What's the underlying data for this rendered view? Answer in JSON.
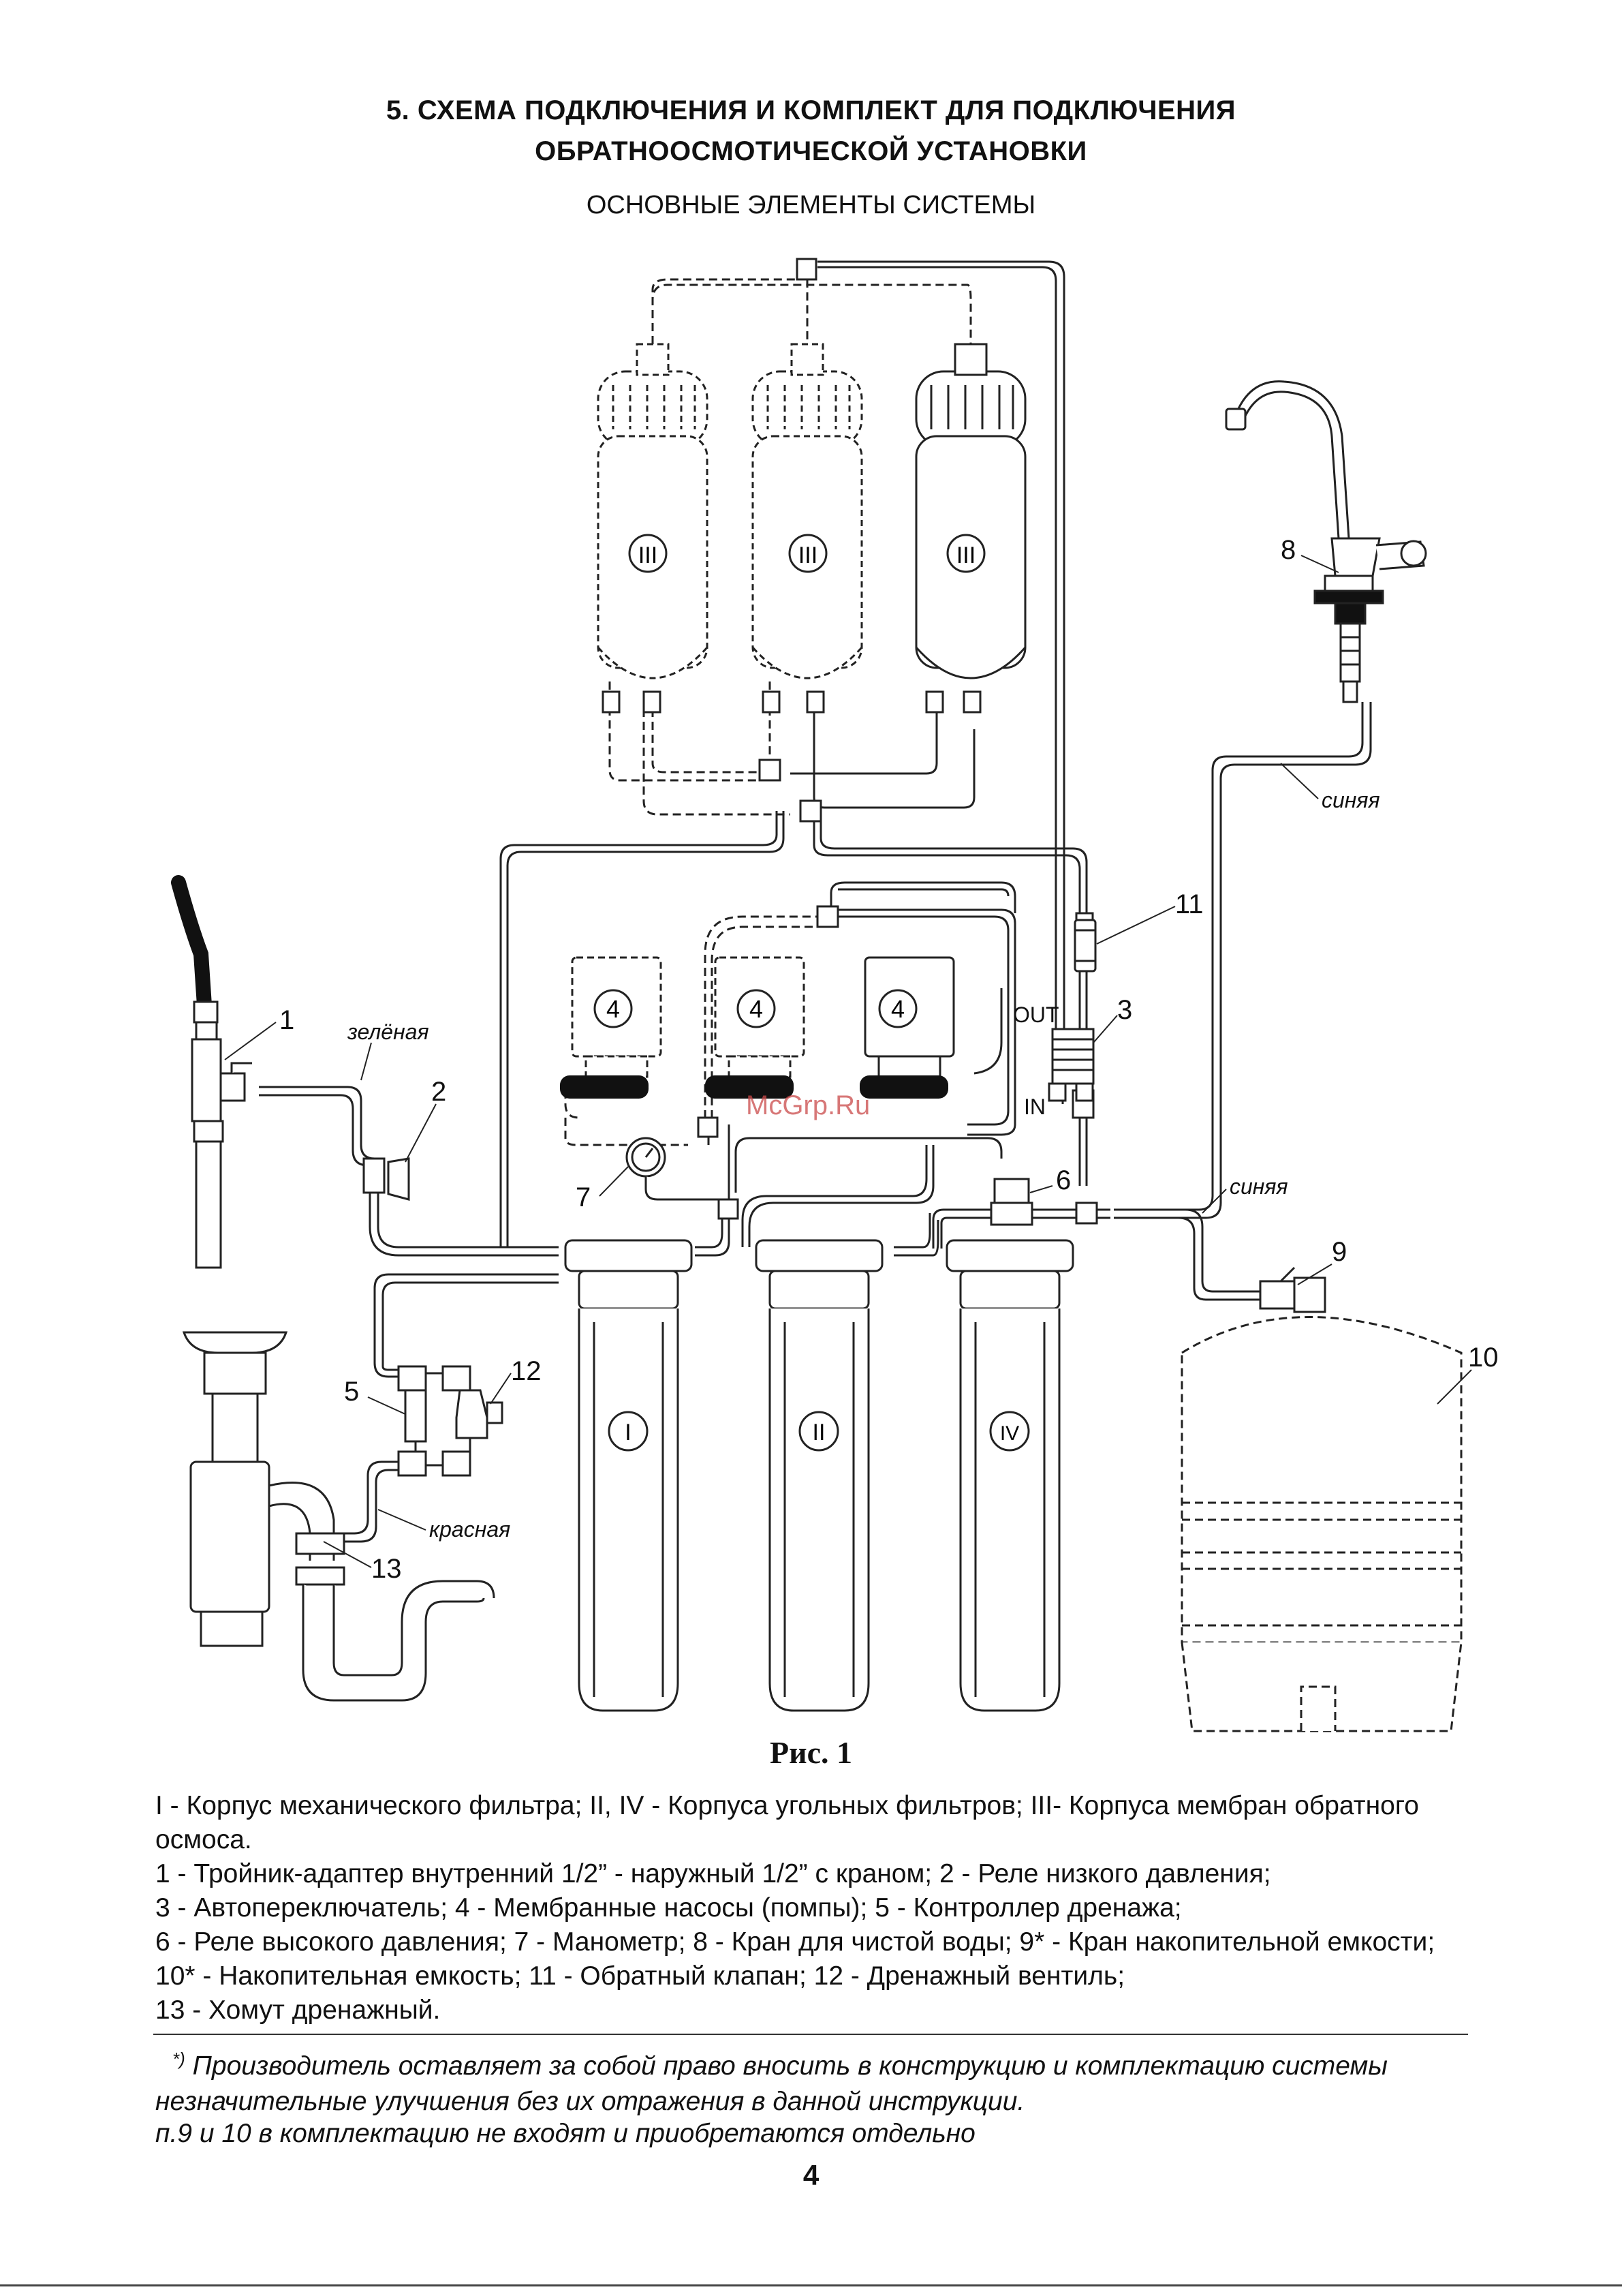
{
  "header": {
    "title_line1": "5.  СХЕМА ПОДКЛЮЧЕНИЯ И КОМПЛЕКТ  ДЛЯ ПОДКЛЮЧЕНИЯ",
    "title_line2": "ОБРАТНООСМОТИЧЕСКОЙ УСТАНОВКИ",
    "subtitle": "ОСНОВНЫЕ ЭЛЕМЕНТЫ СИСТЕМЫ"
  },
  "diagram": {
    "membranes": [
      "III",
      "III",
      "III"
    ],
    "pumps": [
      "4",
      "4",
      "4"
    ],
    "filter_housings": [
      "I",
      "II",
      "IV"
    ],
    "callouts": [
      "1",
      "2",
      "3",
      "5",
      "6",
      "7",
      "8",
      "9",
      "10",
      "11",
      "12",
      "13"
    ],
    "tube_labels": {
      "green": "зелёная",
      "blue_top": "синяя",
      "blue_bottom": "синяя",
      "red": "красная"
    },
    "switch_labels": {
      "out": "OUT",
      "in": "IN"
    },
    "watermark": "McGrp.Ru"
  },
  "figure_caption": "Рис. 1",
  "legend": [
    "I - Корпус механического фильтра; II, IV - Корпуса угольных фильтров; III- Корпуса мембран обратного осмоса.",
    "1 - Тройник-адаптер внутренний 1/2” - наружный 1/2” с краном; 2 - Реле низкого давления;",
    "3 - Автопереключатель; 4 - Мембранные насосы (помпы); 5 - Контроллер дренажа;",
    "6 - Реле высокого давления; 7 - Манометр; 8 - Кран для чистой воды; 9* - Кран накопительной емкости; 10* - Накопительная емкость; 11 - Обратный клапан; 12 - Дренажный вентиль;",
    "13 - Хомут дренажный."
  ],
  "notes": {
    "reserve_mark": "*)",
    "reserve_text": "Производитель оставляет за собой право вносить в конструкцию и комплектацию системы незначительные улучшения без их отражения в данной инструкции.",
    "not_included": "п.9 и 10 в комплектацию не входят и приобретаются отдельно"
  },
  "page_number": "4"
}
